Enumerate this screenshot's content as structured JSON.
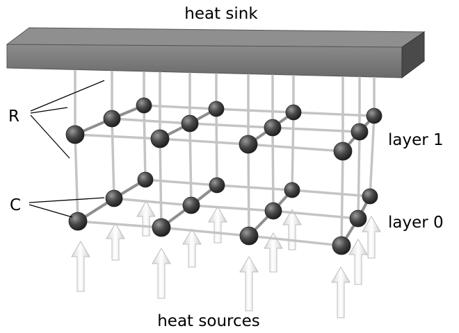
{
  "labels": {
    "heat_sink": "heat sink",
    "heat_sources": "heat sources",
    "layer_1": "layer 1",
    "layer_0": "layer 0",
    "resistor": "R",
    "capacitor": "C"
  },
  "colors": {
    "sink_top": "#8a8a8a",
    "sink_front": "#7a7a7a",
    "sink_side": "#4a4a4a",
    "wire": "#c8c8c8",
    "node": "#3a3a3a",
    "arrow": "#f2f2f2"
  }
}
